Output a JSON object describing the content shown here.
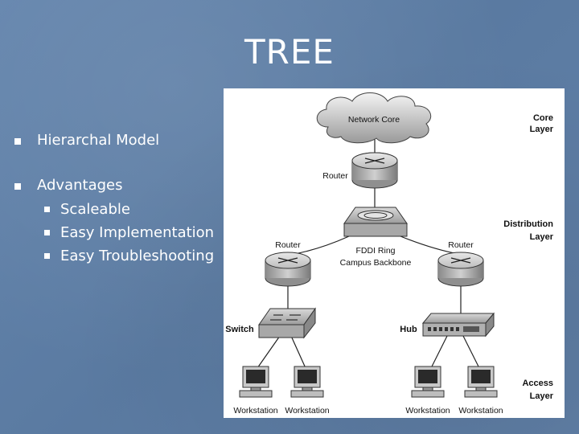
{
  "slide": {
    "title": "TREE",
    "bullets": [
      {
        "text": "Hierarchal Model"
      },
      {
        "text": "Advantages",
        "sub": [
          "Scaleable",
          "Easy Implementation",
          "Easy Troubleshooting"
        ]
      }
    ]
  },
  "diagram": {
    "cloud_label": "Network Core",
    "layers": {
      "core": [
        "Core",
        "Layer"
      ],
      "distribution": [
        "Distribution",
        "Layer"
      ],
      "access": [
        "Access",
        "Layer"
      ]
    },
    "core_router": "Router",
    "left_router": "Router",
    "right_router": "Router",
    "fddi": [
      "FDDI Ring",
      "Campus Backbone"
    ],
    "switch": "Switch",
    "hub": "Hub",
    "workstations": [
      "Workstation",
      "Workstation",
      "Workstation",
      "Workstation"
    ]
  }
}
